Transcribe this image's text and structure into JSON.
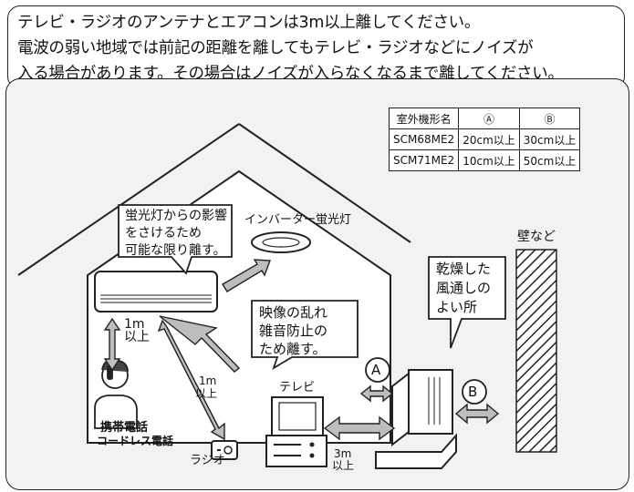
{
  "notice": {
    "line1": "テレビ・ラジオのアンテナとエアコンは3m以上離してください。",
    "line2": "電波の弱い地域では前記の距離を離してもテレビ・ラジオなどにノイズが",
    "line3": "入る場合があります。その場合はノイズが入らなくなるまで離してください。"
  },
  "spec_table": {
    "headers": [
      "室外機形名",
      "Ⓐ",
      "Ⓑ"
    ],
    "rows": [
      [
        "SCM68ME2",
        "20cm以上",
        "30cm以上"
      ],
      [
        "SCM71ME2",
        "10cm以上",
        "50cm以上"
      ]
    ]
  },
  "callouts": {
    "fluorescent": "蛍光灯からの影響\nをさけるため\n可能な限り離す。",
    "picture": "映像の乱れ\n雑音防止の\nため離す。",
    "dry": "乾燥した\n風通しの\nよい所"
  },
  "labels": {
    "inverter_light": "インバーター蛍光灯",
    "wall": "壁など",
    "dist_1m_a": "1m",
    "dist_1m_a2": "以上",
    "dist_1m_b": "1m",
    "dist_1m_b2": "以上",
    "tv": "テレビ",
    "phone1": "携帯電話",
    "phone2": "コードレス電話",
    "radio": "ラジオ",
    "dist_3m": "3m",
    "dist_3m2": "以上",
    "mark_a": "A",
    "mark_b": "B"
  }
}
